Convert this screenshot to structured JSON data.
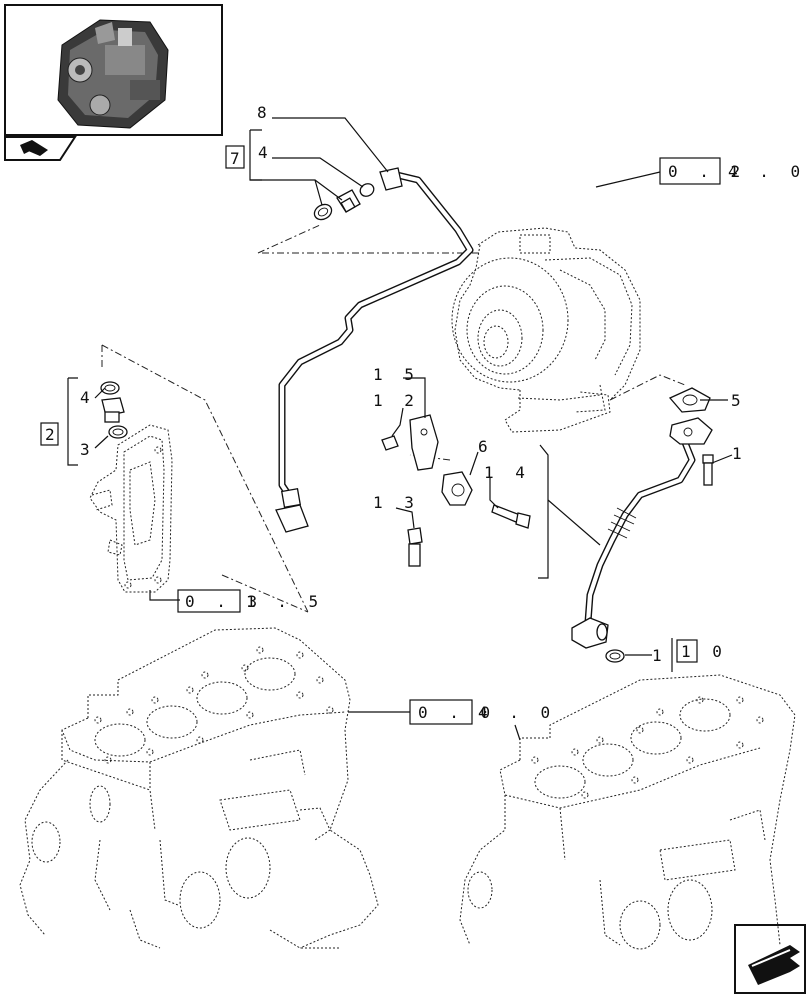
{
  "thumbnail": {
    "icon": "engine-thumbnail"
  },
  "nav": {
    "prev_icon": "arrow-prev-icon",
    "next_icon": "arrow-next-icon"
  },
  "callouts": [
    {
      "id": "c8",
      "text": "8"
    },
    {
      "id": "c7",
      "text": "7"
    },
    {
      "id": "c4a",
      "text": "4"
    },
    {
      "id": "c15",
      "text": "1 5"
    },
    {
      "id": "c12",
      "text": "1 2"
    },
    {
      "id": "c6",
      "text": "6"
    },
    {
      "id": "c14",
      "text": "1 4"
    },
    {
      "id": "c13",
      "text": "1 3"
    },
    {
      "id": "c4b",
      "text": "4"
    },
    {
      "id": "c2",
      "text": "2"
    },
    {
      "id": "c3",
      "text": "3"
    },
    {
      "id": "c5",
      "text": "5"
    },
    {
      "id": "c1a",
      "text": "1"
    },
    {
      "id": "c1b",
      "text": "1"
    },
    {
      "id": "c10",
      "text": "1 0"
    }
  ],
  "references": {
    "turbo": {
      "boxed": "0 . 2",
      "rest": "4 . 0"
    },
    "oilfilter": {
      "boxed": "0 . 3",
      "rest": "1 . 5"
    },
    "block": {
      "boxed": "0 . 0",
      "rest": "4 . 0"
    }
  }
}
